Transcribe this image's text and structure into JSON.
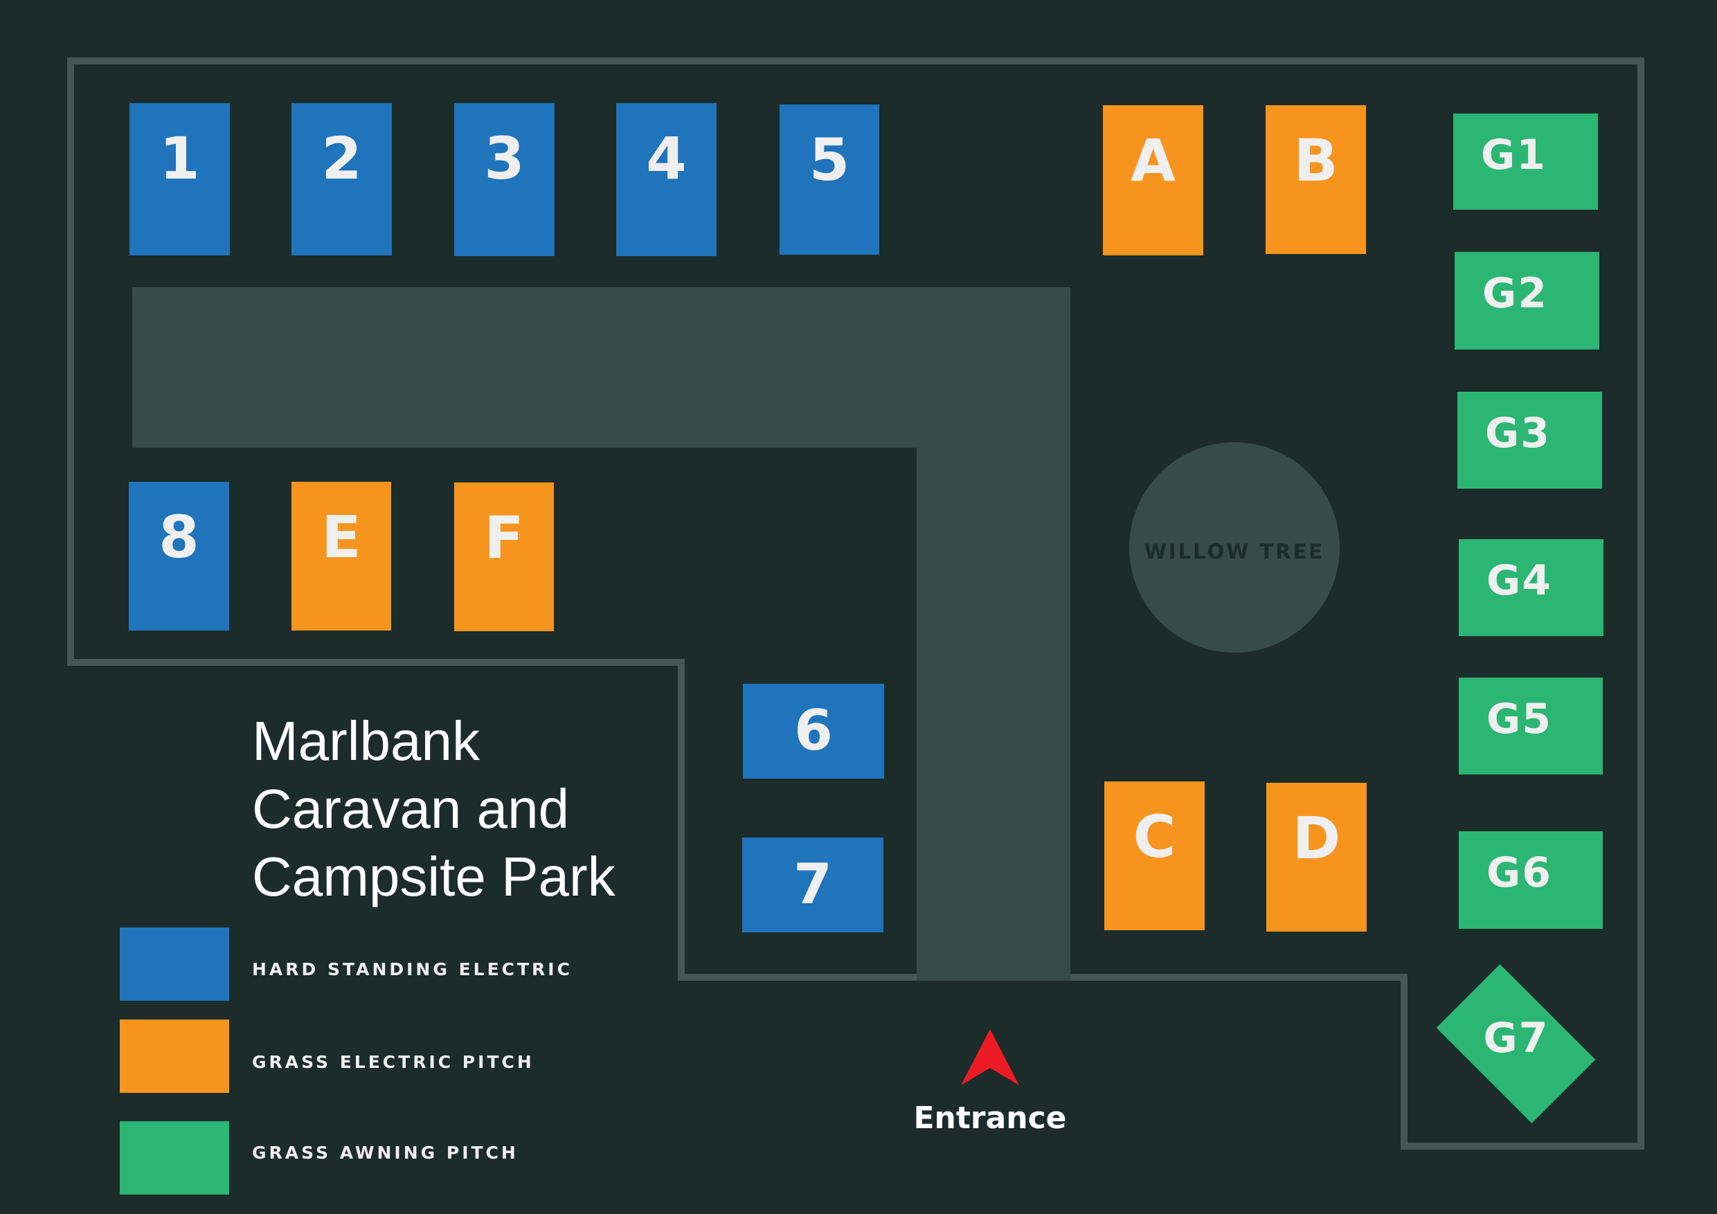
{
  "map": {
    "title_lines": [
      "Marlbank",
      "Caravan and",
      "Campsite Park"
    ],
    "colors": {
      "background": "#1b2c2a",
      "boundary": "#475654",
      "road": "#374b49",
      "hard_standing_electric": "#1f74bb",
      "grass_electric": "#f7941e",
      "grass_awning": "#2bb673",
      "entrance_arrow": "#ed1c24"
    },
    "landmark": {
      "label": "WILLOW TREE"
    },
    "entrance": {
      "label": "Entrance",
      "icon": "arrow-up-icon"
    },
    "pitches": {
      "hard_standing": [
        "1",
        "2",
        "3",
        "4",
        "5",
        "6",
        "7",
        "8"
      ],
      "grass_electric": [
        "A",
        "B",
        "C",
        "D",
        "E",
        "F"
      ],
      "grass_awning": [
        "G1",
        "G2",
        "G3",
        "G4",
        "G5",
        "G6",
        "G7"
      ]
    }
  },
  "legend": {
    "items": [
      {
        "label": "HARD STANDING ELECTRIC",
        "color": "#1f74bb"
      },
      {
        "label": "GRASS ELECTRIC PITCH",
        "color": "#f7941e"
      },
      {
        "label": "GRASS AWNING PITCH",
        "color": "#2bb673"
      }
    ]
  }
}
